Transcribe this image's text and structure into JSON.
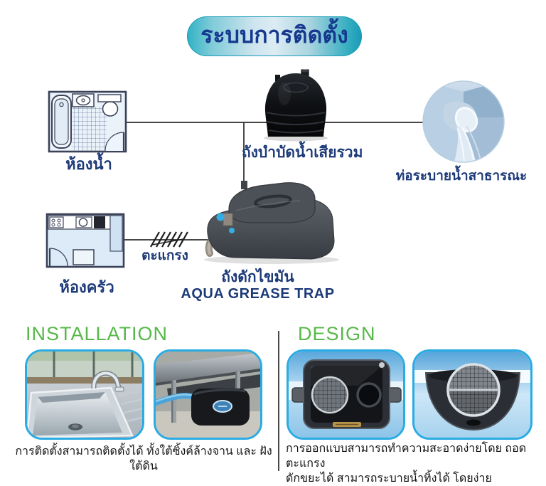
{
  "title": {
    "text": "ระบบการติดตั้ง"
  },
  "diagram": {
    "bathroom_label": "ห้องน้ำ",
    "kitchen_label": "ห้องครัว",
    "septic_tank_label": "ถังบำบัดน้ำเสียรวม",
    "public_drain_label": "ท่อระบายน้ำสาธารณะ",
    "strainer_label": "ตะแกรง",
    "grease_trap_label_th": "ถังดักไขมัน",
    "grease_trap_label_en": "AQUA GREASE TRAP",
    "icons": [
      "bathroom-floorplan-icon",
      "kitchen-floorplan-icon",
      "septic-tank-icon",
      "public-drain-pipe-photo",
      "strainer-hatch-icon",
      "grease-trap-product-icon"
    ]
  },
  "installation_section": {
    "header": "INSTALLATION",
    "caption": "การติดตั้งสามารถติดตั้งได้ ทั้งใต้ซิ้งค์ล้างจาน และ ฝังใต้ดิน",
    "photos": [
      "sink-photo",
      "under-sink-installation-photo"
    ]
  },
  "design_section": {
    "header": "DESIGN",
    "caption_line1": "การออกแบบสามารถทำความสะอาดง่ายโดย ถอดตะแกรง",
    "caption_line2": "ดักขยะได้ สามารถระบายน้ำทิ้งได้ โดยง่าย",
    "photos": [
      "trap-open-top-view-photo",
      "strainer-basket-closeup-photo"
    ]
  },
  "colors": {
    "title_navy": "#16398f",
    "label_navy": "#1d3a78",
    "header_green": "#56b848",
    "photo_border_blue": "#2aabe2",
    "pill_teal": "#2fb2c4",
    "pill_light_center": "#dcecf3",
    "caption_text": "#111111",
    "diagram_line": "#2b2b2b"
  }
}
